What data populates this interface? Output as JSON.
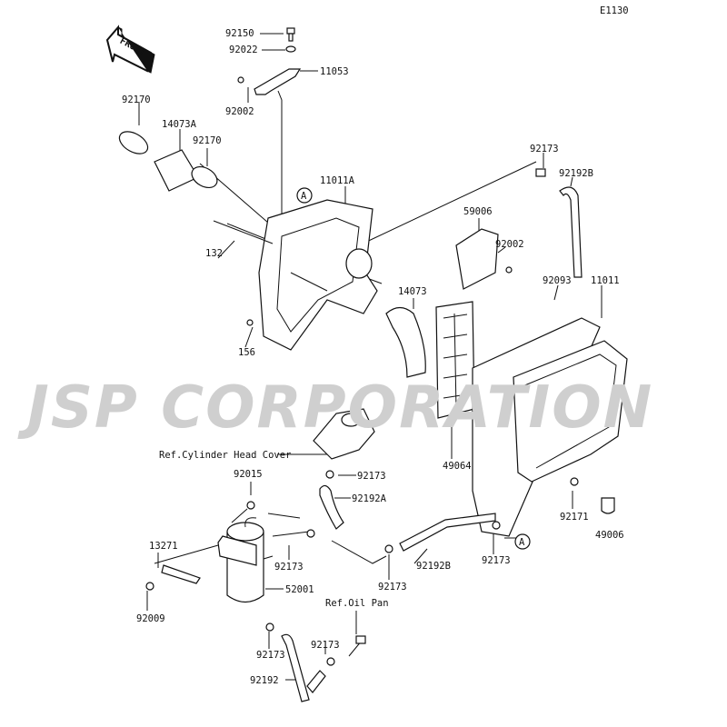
{
  "diagram_code": "E1130",
  "front_label": "FRONT",
  "watermark": "JSP CORPORATION",
  "ref_marker": "A",
  "callouts": [
    {
      "id": "c0",
      "text": "92150"
    },
    {
      "id": "c1",
      "text": "92022"
    },
    {
      "id": "c2",
      "text": "11053"
    },
    {
      "id": "c3",
      "text": "92002"
    },
    {
      "id": "c4",
      "text": "92170"
    },
    {
      "id": "c5",
      "text": "14073A"
    },
    {
      "id": "c6",
      "text": "92170"
    },
    {
      "id": "c7",
      "text": "92173"
    },
    {
      "id": "c8",
      "text": "92192B"
    },
    {
      "id": "c9",
      "text": "11011A"
    },
    {
      "id": "c10",
      "text": "59006"
    },
    {
      "id": "c11",
      "text": "92002"
    },
    {
      "id": "c12",
      "text": "132"
    },
    {
      "id": "c13",
      "text": "14073"
    },
    {
      "id": "c14",
      "text": "92093"
    },
    {
      "id": "c15",
      "text": "11011"
    },
    {
      "id": "c16",
      "text": "156"
    },
    {
      "id": "c17",
      "text": "49064"
    },
    {
      "id": "c18",
      "text": "Ref.Cylinder Head Cover"
    },
    {
      "id": "c19",
      "text": "92173"
    },
    {
      "id": "c20",
      "text": "92015"
    },
    {
      "id": "c21",
      "text": "92192A"
    },
    {
      "id": "c22",
      "text": "13271"
    },
    {
      "id": "c23",
      "text": "92173"
    },
    {
      "id": "c24",
      "text": "92173"
    },
    {
      "id": "c25",
      "text": "92192B"
    },
    {
      "id": "c26",
      "text": "92173"
    },
    {
      "id": "c27",
      "text": "92171"
    },
    {
      "id": "c28",
      "text": "49006"
    },
    {
      "id": "c29",
      "text": "92009"
    },
    {
      "id": "c30",
      "text": "52001"
    },
    {
      "id": "c31",
      "text": "Ref.Oil Pan"
    },
    {
      "id": "c32",
      "text": "92173"
    },
    {
      "id": "c33",
      "text": "92173"
    },
    {
      "id": "c34",
      "text": "92192"
    }
  ]
}
